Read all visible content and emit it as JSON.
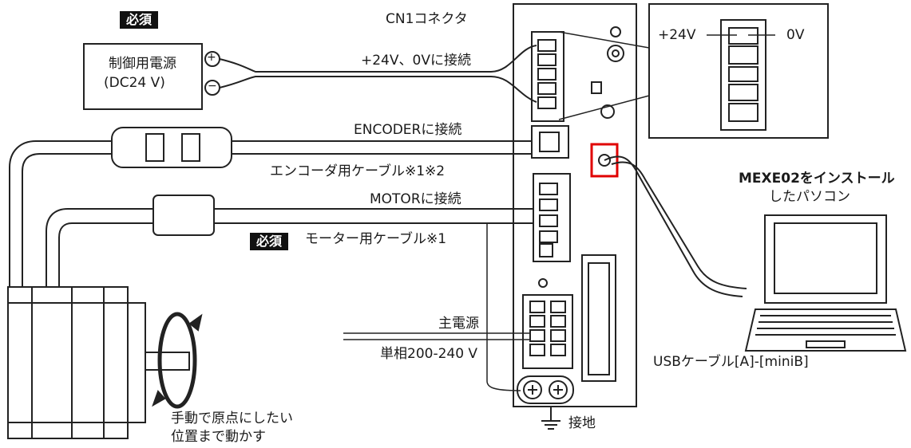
{
  "labels": {
    "required_1": "必須",
    "required_2": "必須",
    "power_supply_1": "制御用電源",
    "power_supply_2": "(DC24 V)",
    "plus_sign": "+",
    "minus_sign": "−",
    "cn1_connector": "CN1コネクタ",
    "cn1_connect": "+24V、0Vに接続",
    "pin_plus24": "+24V",
    "pin_0v": "0V",
    "encoder_connect": "ENCODERに接続",
    "encoder_cable": "エンコーダ用ケーブル※1※2",
    "motor_connect": "MOTORに接続",
    "motor_cable": "モーター用ケーブル※1",
    "pc_line1": "MEXE02をインストール",
    "pc_line2": "したパソコン",
    "usb_cable": "USBケーブル[A]-[miniB]",
    "main_power": "主電源",
    "main_power_spec": "単相200-240 V",
    "ground": "接地",
    "manual_1": "手動で原点にしたい",
    "manual_2": "位置まで動かす"
  },
  "colors": {
    "line": "#222222",
    "cable_fill": "#ffffff",
    "device_fill": "#ffffff",
    "highlight": "#e00000",
    "badge_bg": "#111111"
  },
  "icons": {
    "rotation": "rotation-arrow-icon",
    "ground": "ground-icon",
    "laptop": "laptop-icon"
  }
}
